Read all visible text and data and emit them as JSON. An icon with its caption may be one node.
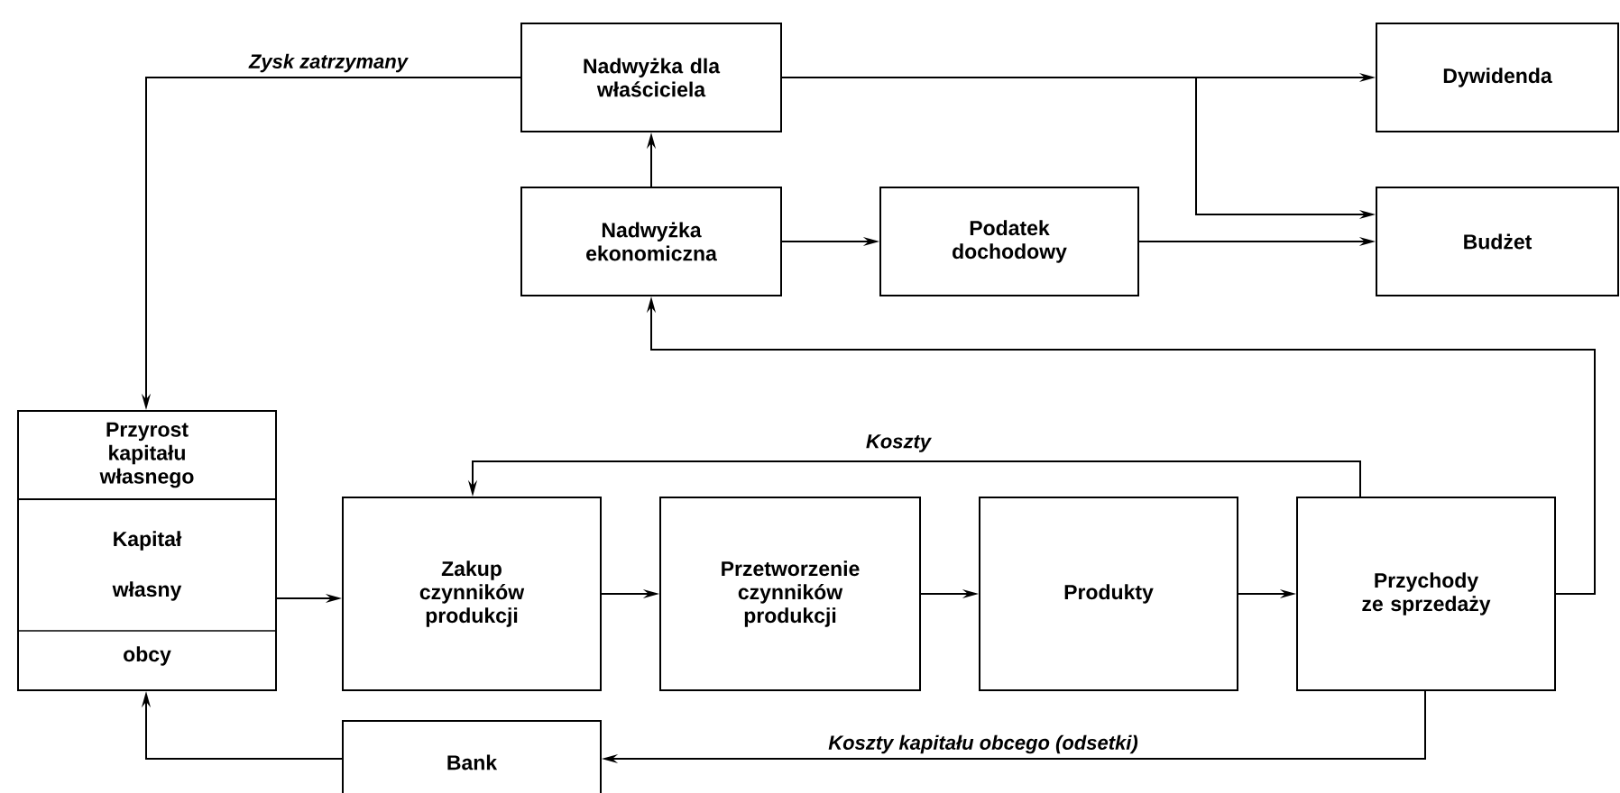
{
  "diagram": {
    "nodes": [
      {
        "text": [
          "Nadwyżka dla właściciela"
        ]
      },
      {
        "text": [
          "Dywidenda"
        ]
      },
      {
        "text": [
          "Nadwyżka ekonomiczna"
        ]
      },
      {
        "text": [
          "Podatek dochodowy"
        ]
      },
      {
        "text": [
          "Budżet"
        ]
      },
      {
        "text": [
          "Przyrost kapitału własnego"
        ]
      },
      {
        "text": [
          "Kapitał",
          "własny",
          "obcy"
        ]
      },
      {
        "text": [
          "Zakup czynników produkcji"
        ]
      },
      {
        "text": [
          "Przetworzenie czynników produkcji"
        ]
      },
      {
        "text": [
          "Produkty"
        ]
      },
      {
        "text": [
          "Przychody ze sprzedaży"
        ]
      },
      {
        "text": [
          "Bank"
        ]
      }
    ],
    "edges": [
      {
        "from": 2,
        "to": 0,
        "arrow": "to"
      },
      {
        "from": 2,
        "to": 3,
        "arrow": "to"
      },
      {
        "from": 3,
        "to": 4,
        "arrow": "to"
      },
      {
        "from": 0,
        "to": 1,
        "arrow": "to"
      },
      {
        "from": 0,
        "to": 4,
        "arrow": "to"
      },
      {
        "from": 0,
        "to": 5,
        "arrow": "to",
        "label": "Zysk zatrzymany"
      },
      {
        "from": 10,
        "to": 2,
        "arrow": "to"
      },
      {
        "from": 10,
        "to": 7,
        "arrow": "to",
        "label": "Koszty"
      },
      {
        "from": 10,
        "to": 11,
        "arrow": "to",
        "label": "Koszty kapitału obcego (odsetki)"
      },
      {
        "from": 11,
        "to": 6,
        "arrow": "to"
      },
      {
        "from": 6,
        "to": 7,
        "arrow": "to"
      },
      {
        "from": 7,
        "to": 8,
        "arrow": "to"
      },
      {
        "from": 8,
        "to": 9,
        "arrow": "to"
      },
      {
        "from": 9,
        "to": 10,
        "arrow": "to"
      }
    ]
  }
}
